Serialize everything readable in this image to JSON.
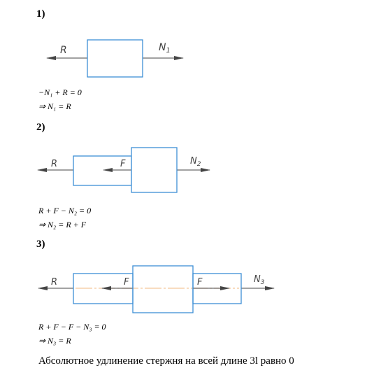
{
  "colors": {
    "box_stroke": "#3d8fd6",
    "axis_line": "#f4c79a",
    "arrow": "#444444",
    "label": "#444444"
  },
  "cases": [
    {
      "number": "1)",
      "labels": {
        "left": "R",
        "right": "N1",
        "right_sub": "1"
      },
      "equations": [
        "−N₁ + R = 0",
        "⇒ N₁ = R"
      ]
    },
    {
      "number": "2)",
      "labels": {
        "left": "R",
        "middle": "F",
        "right": "N2",
        "right_sub": "2"
      },
      "equations": [
        "R + F − N₂ = 0",
        "⇒ N₂ = R + F"
      ]
    },
    {
      "number": "3)",
      "labels": {
        "left": "R",
        "middle_1": "F",
        "middle_2": "F",
        "right": "N3",
        "right_sub": "3"
      },
      "equations": [
        "R + F − F − N₃ = 0",
        "⇒ N₃ = R"
      ]
    }
  ],
  "conclusion": "Абсолютное удлинение стержня на всей длине 3l равно 0"
}
